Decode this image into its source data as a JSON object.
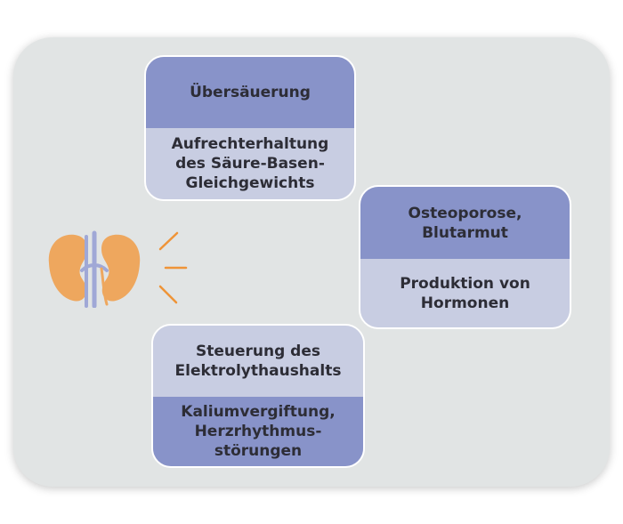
{
  "cards": {
    "acid": {
      "top": "Übersäuerung",
      "bottom": "Aufrechterhaltung\ndes Säure-Basen-\nGleichgewichts"
    },
    "hormone": {
      "top": "Osteoporose,\nBlutarmut",
      "bottom": "Produktion von\nHormonen"
    },
    "electrolyte": {
      "top": "Steuerung des\nElektrolythaushalts",
      "bottom": "Kaliumvergiftung,\nHerzrhythmus-\nstörungen"
    }
  },
  "icons": {
    "kidney": "kidney-icon",
    "rays": "radiating-lines-icon"
  },
  "colors": {
    "panel": "#e1e4e4",
    "card_dark": "#8893c9",
    "card_light": "#c8cde2",
    "kidney": "#eea75e",
    "vessel": "#a0a8d6",
    "rays": "#ef9438"
  }
}
